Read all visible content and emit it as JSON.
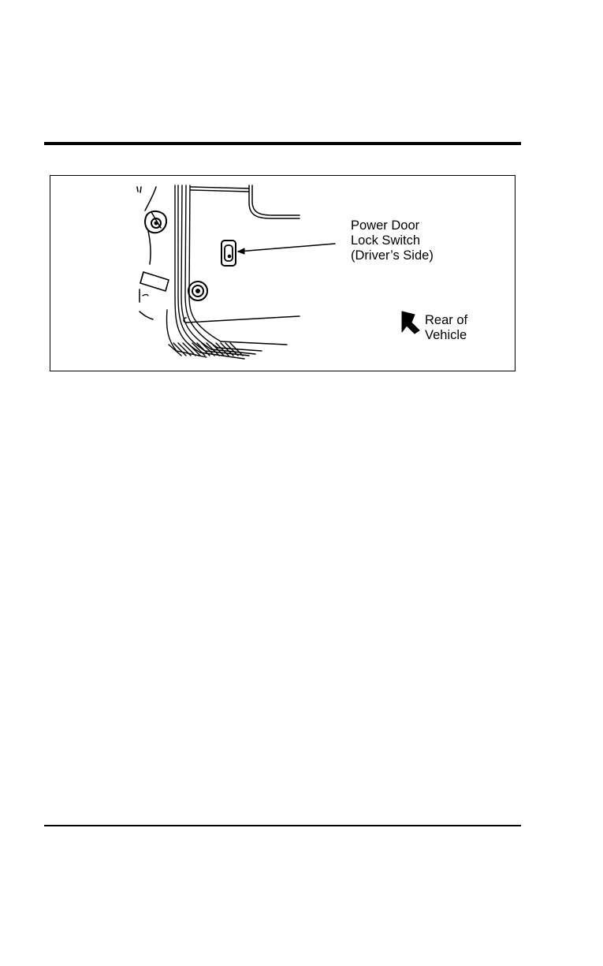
{
  "figure": {
    "switch_callout": {
      "line1": "Power Door",
      "line2": "Lock Switch",
      "line3": "(Driver’s Side)"
    },
    "rear_callout": {
      "line1": "Rear of",
      "line2": "Vehicle"
    }
  }
}
